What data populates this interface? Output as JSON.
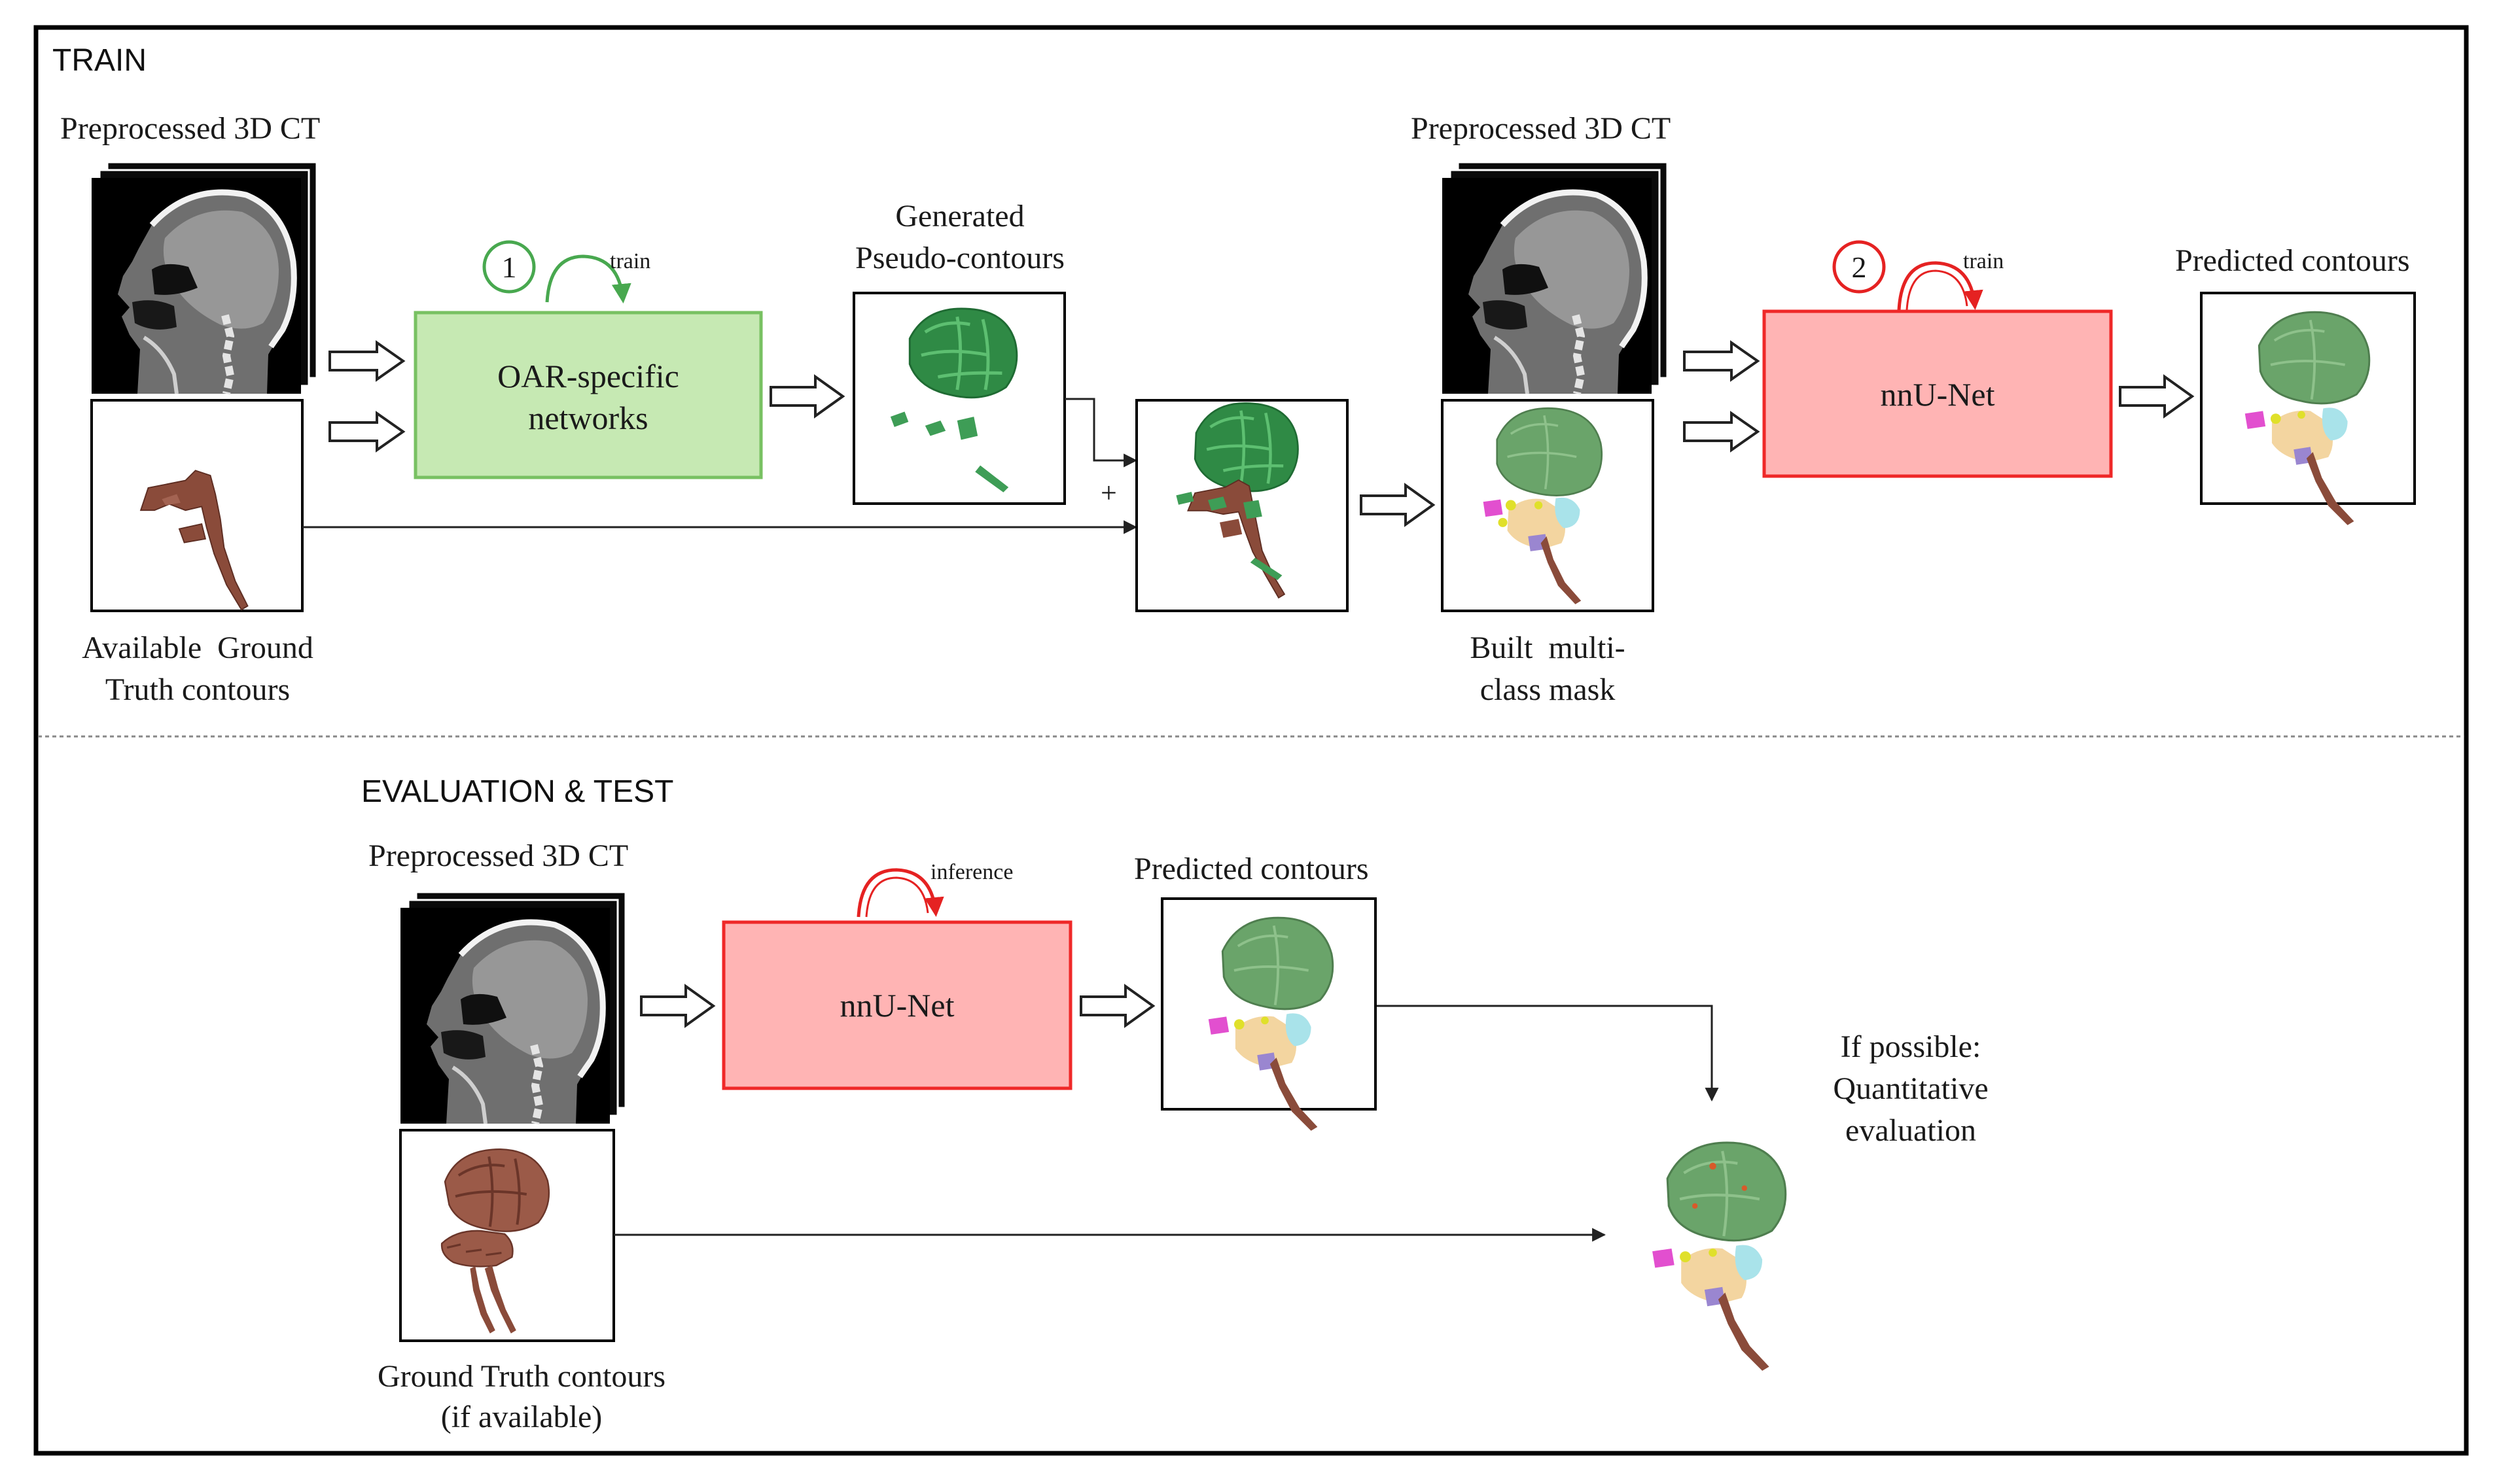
{
  "train": {
    "section_title": "TRAIN",
    "ct_input_label": "Preprocessed 3D CT",
    "ground_truth_label_line1": "Available  Ground",
    "ground_truth_label_line2": "Truth contours",
    "step1_number": "1",
    "step1_action": "train",
    "oar_box_line1": "OAR-specific",
    "oar_box_line2": "networks",
    "pseudo_label_line1": "Generated",
    "pseudo_label_line2": "Pseudo-contours",
    "plus_sign": "+",
    "ct_input2_label": "Preprocessed 3D CT",
    "mask_label_line1": "Built  multi-",
    "mask_label_line2": "class mask",
    "step2_number": "2",
    "step2_action": "train",
    "nnunet_label": "nnU-Net",
    "predicted_label": "Predicted contours"
  },
  "evaluation": {
    "section_title": "EVALUATION & TEST",
    "ct_input_label": "Preprocessed 3D CT",
    "inference_label": "inference",
    "nnunet_label": "nnU-Net",
    "predicted_label": "Predicted contours",
    "ground_truth_label_line1": "Ground Truth contours",
    "ground_truth_label_line2": "(if available)",
    "quant_label_line1": "If possible:",
    "quant_label_line2": "Quantitative",
    "quant_label_line3": "evaluation"
  },
  "colors": {
    "oar_box_fill": "#c6e9b3",
    "oar_box_stroke": "#78c162",
    "nnunet_fill": "#ffb4b4",
    "nnunet_stroke": "#ef2828",
    "step1_accent": "#48a84f",
    "step2_accent": "#e52222",
    "ground_truth_contour": "#8a4b3a",
    "pseudo_contour": "#3e9d56"
  }
}
